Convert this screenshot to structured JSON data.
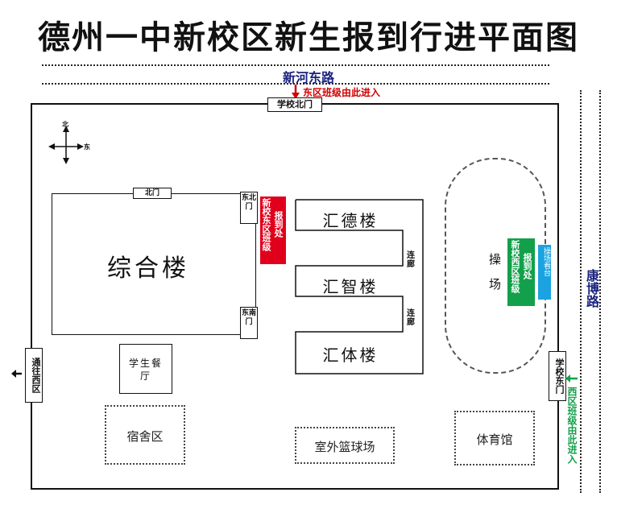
{
  "title": "德州一中新校区新生报到行进平面图",
  "roads": {
    "north": "新河东路",
    "east": "康博路"
  },
  "entries": {
    "east_class": "东区班级由此进入",
    "west_class": "西区班级由此进入"
  },
  "gates": {
    "north_gate": "学校北门",
    "east_gate": "学校东门",
    "west_exit": "通往西区"
  },
  "compass": {
    "north": "北",
    "east": "东"
  },
  "buildings": {
    "complex": "综合楼",
    "complex_north_door": "北门",
    "complex_east_north_door": "东北门",
    "complex_east_south_door": "东南门",
    "huide": "汇德楼",
    "huizhi": "汇智楼",
    "huiti": "汇体楼",
    "corridor1": "连廊",
    "corridor2": "连廊",
    "canteen": "学生餐厅",
    "dorm": "宿舍区",
    "basketball": "室外篮球场",
    "gym": "体育馆",
    "playground": "操场",
    "stand": "操场看台"
  },
  "signs": {
    "east_campus": "新校东区班级",
    "east_report": "报到处",
    "west_campus": "新校西区班级",
    "west_report": "报到处"
  },
  "colors": {
    "east_sign": "#e0001b",
    "west_sign": "#12a04a",
    "stand": "#1aa3e0",
    "road": "#1a237e"
  },
  "icons": {
    "compass": "compass-arrows-icon",
    "arrow_down": "arrow-down-icon",
    "arrow_left": "arrow-left-icon"
  }
}
